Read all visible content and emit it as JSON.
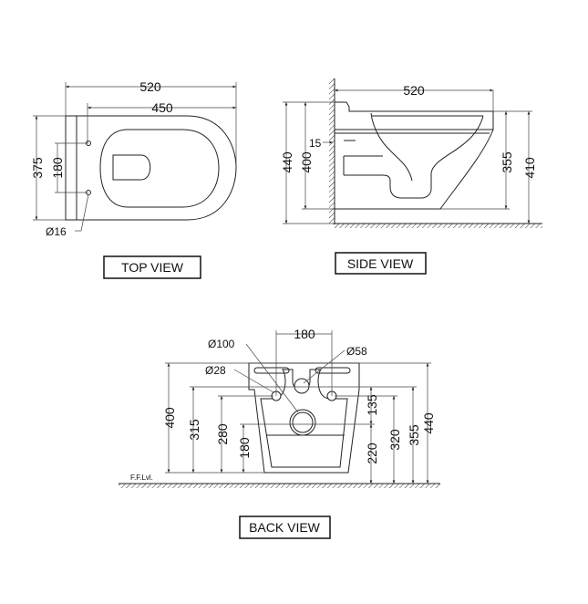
{
  "top_view": {
    "title": "TOP VIEW",
    "dims": {
      "overall_length": "520",
      "bowl_length": "450",
      "width": "375",
      "hole_spacing": "180",
      "hole_diameter": "Ø16"
    }
  },
  "side_view": {
    "title": "SIDE VIEW",
    "dims": {
      "length": "520",
      "total_height": "440",
      "height_400": "400",
      "wall_gap": "15",
      "height_355": "355",
      "height_410": "410"
    }
  },
  "back_view": {
    "title": "BACK VIEW",
    "floor_label": "F.F.Lvl.",
    "dims": {
      "waste_diameter": "Ø100",
      "bolt_spacing": "180",
      "inlet_diameter": "Ø58",
      "bolt_diameter": "Ø28",
      "h400": "400",
      "h315": "315",
      "h280": "280",
      "h180": "180",
      "h135": "135",
      "h220": "220",
      "h320": "320",
      "h355": "355",
      "h440": "440"
    }
  }
}
